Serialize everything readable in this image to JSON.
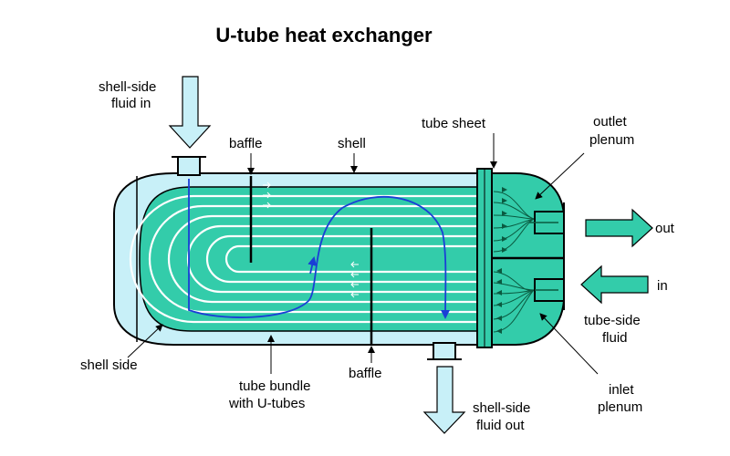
{
  "title": "U-tube heat exchanger",
  "labels": {
    "shell_side_fluid_in_1": "shell-side",
    "shell_side_fluid_in_2": "fluid in",
    "baffle_top": "baffle",
    "shell": "shell",
    "tube_sheet": "tube sheet",
    "outlet_plenum_1": "outlet",
    "outlet_plenum_2": "plenum",
    "out": "out",
    "in": "in",
    "tube_side_fluid_1": "tube-side",
    "tube_side_fluid_2": "fluid",
    "shell_side": "shell side",
    "tube_bundle_1": "tube bundle",
    "tube_bundle_2": "with U-tubes",
    "baffle_bottom": "baffle",
    "shell_side_fluid_out_1": "shell-side",
    "shell_side_fluid_out_2": "fluid out",
    "inlet_plenum_1": "inlet",
    "inlet_plenum_2": "plenum"
  },
  "colors": {
    "tube_fluid": "#33ccaa",
    "shell_fluid": "#c8f0f8",
    "flow_path": "#1a3fd6",
    "outline": "#000000"
  }
}
